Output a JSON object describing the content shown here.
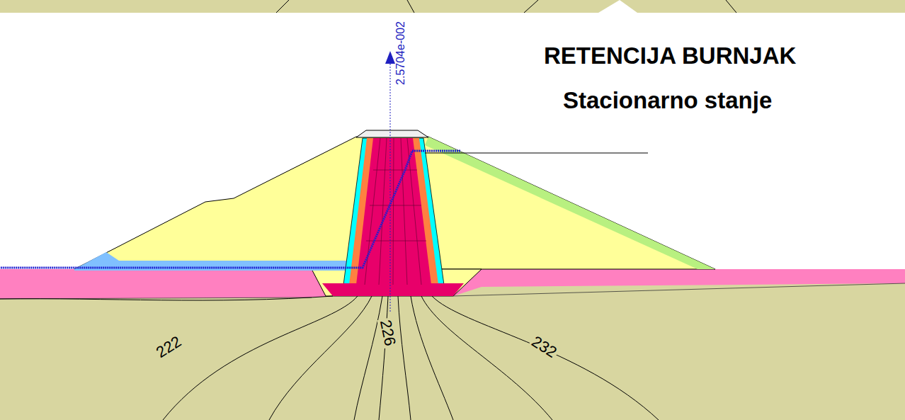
{
  "diagram": {
    "title": "RETENCIJA BURNJAK",
    "labels": [
      "Stacionarno stanje",
      "2.5704e-002",
      "222",
      "226",
      "232"
    ]
  }
}
